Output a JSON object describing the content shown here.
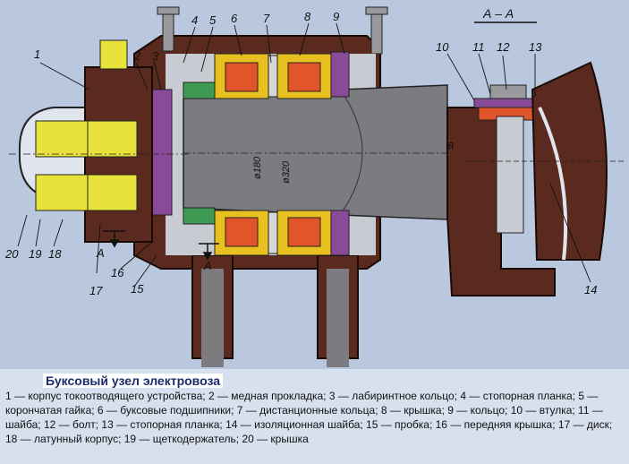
{
  "section_label": "А – А",
  "dimensions": {
    "d1": "ø180",
    "d2": "ø320",
    "gap": "a"
  },
  "section_markers": {
    "left": "А",
    "right": "А"
  },
  "callouts": {
    "c1": "1",
    "c2": "2",
    "c3": "3",
    "c4": "4",
    "c5": "5",
    "c6": "6",
    "c7": "7",
    "c8": "8",
    "c9": "9",
    "c10": "10",
    "c11": "11",
    "c12": "12",
    "c13": "13",
    "c14": "14",
    "c15": "15",
    "c16": "16",
    "c17": "17",
    "c18": "18",
    "c19": "19",
    "c20": "20"
  },
  "caption": {
    "title": "Буксовый узел электровоза",
    "text": "1 — корпус токоотводящего устройства; 2 — медная прокладка; 3 — лабиринтное кольцо; 4 — стопорная планка; 5 — корончатая гайка; 6 — буксовые подшипники; 7 — дистанционные кольца; 8 — крышка; 9 — кольцо; 10 — втулка; 11 — шайба; 12 — болт; 13 — стопорная планка; 14 — изоляционная шайба; 15 — пробка; 16 — передняя крышка; 17 — диск; 18 — латунный корпус; 19 — щеткодержатель; 20 — крышка"
  },
  "colors": {
    "housing": "#5a2a1e",
    "shaft": "#7c7c80",
    "bearing": "#e2552a",
    "cage": "#e8c020",
    "brush": "#e8e23a",
    "insulator": "#8a4a9a",
    "gasket": "#3f9a54"
  }
}
